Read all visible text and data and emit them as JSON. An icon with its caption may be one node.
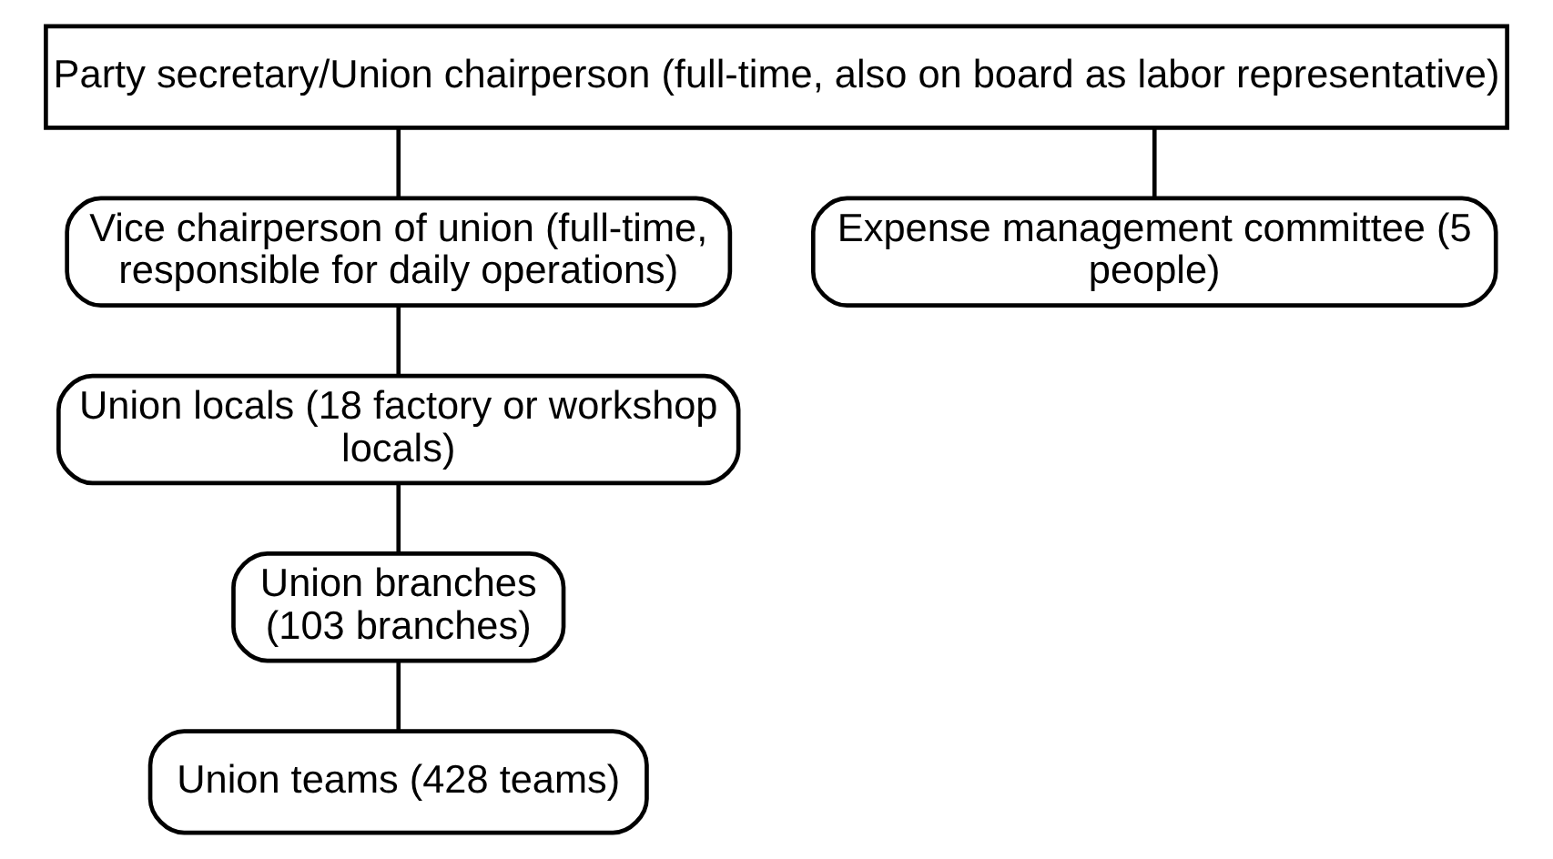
{
  "diagram": {
    "nodes": [
      {
        "text": [
          "Party secretary/Union chairperson (full-time, also on board as labor representative)"
        ]
      },
      {
        "text": [
          "Vice chairperson of union (full-time, responsible for daily operations)"
        ]
      },
      {
        "text": [
          "Expense management committee (5 people)"
        ]
      },
      {
        "text": [
          "Union locals (18 factory or workshop locals)"
        ]
      },
      {
        "text": [
          "Union branches (103 branches)"
        ]
      },
      {
        "text": [
          "Union teams (428 teams)"
        ]
      }
    ],
    "edges": [
      {
        "from": 0,
        "to": 1,
        "arrow": "none"
      },
      {
        "from": 0,
        "to": 2,
        "arrow": "none"
      },
      {
        "from": 1,
        "to": 3,
        "arrow": "none"
      },
      {
        "from": 3,
        "to": 4,
        "arrow": "none"
      },
      {
        "from": 4,
        "to": 5,
        "arrow": "none"
      }
    ]
  }
}
